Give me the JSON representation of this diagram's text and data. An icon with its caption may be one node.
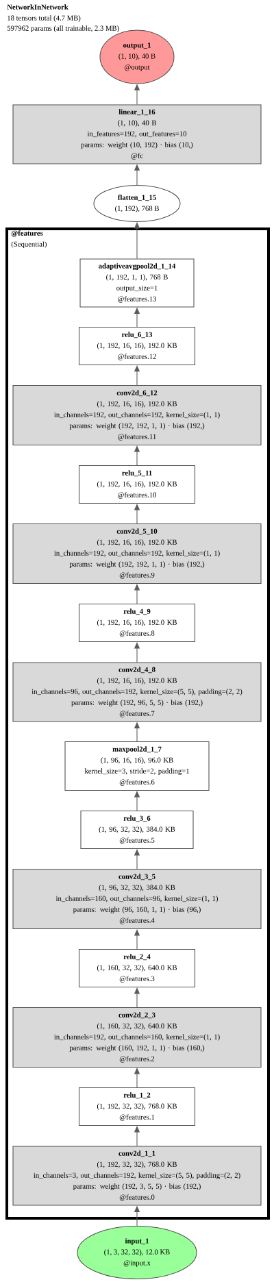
{
  "diagram": {
    "title": "NetworkInNetwork",
    "nodes": [
      {
        "text": [
          "output_1",
          "(1, 10), 40 B",
          "@output"
        ]
      },
      {
        "text": [
          "linear_1_16",
          "(1, 10), 40 B",
          "in_features=192, out_features=10",
          "params: weight (10, 192) · bias (10,)",
          "@fc"
        ]
      },
      {
        "text": [
          "flatten_1_15",
          "(1, 192), 768 B"
        ]
      },
      {
        "text": [
          "@features",
          "(Sequential)"
        ]
      },
      {
        "text": [
          "adaptiveavgpool2d_1_14",
          "(1, 192, 1, 1), 768 B",
          "output_size=1",
          "@features.13"
        ],
        "in": 3
      },
      {
        "text": [
          "relu_6_13",
          "(1, 192, 16, 16), 192.0 KB",
          "@features.12"
        ],
        "in": 3
      },
      {
        "text": [
          "conv2d_6_12",
          "(1, 192, 16, 16), 192.0 KB",
          "in_channels=192, out_channels=192, kernel_size=(1, 1)",
          "params: weight (192, 192, 1, 1) · bias (192,)",
          "@features.11"
        ],
        "in": 3
      },
      {
        "text": [
          "relu_5_11",
          "(1, 192, 16, 16), 192.0 KB",
          "@features.10"
        ],
        "in": 3
      },
      {
        "text": [
          "conv2d_5_10",
          "(1, 192, 16, 16), 192.0 KB",
          "in_channels=192, out_channels=192, kernel_size=(1, 1)",
          "params: weight (192, 192, 1, 1) · bias (192,)",
          "@features.9"
        ],
        "in": 3
      },
      {
        "text": [
          "relu_4_9",
          "(1, 192, 16, 16), 192.0 KB",
          "@features.8"
        ],
        "in": 3
      },
      {
        "text": [
          "conv2d_4_8",
          "(1, 192, 16, 16), 192.0 KB",
          "in_channels=96, out_channels=192, kernel_size=(5, 5), padding=(2, 2)",
          "params: weight (192, 96, 5, 5) · bias (192,)",
          "@features.7"
        ],
        "in": 3
      },
      {
        "text": [
          "maxpool2d_1_7",
          "(1, 96, 16, 16), 96.0 KB",
          "kernel_size=3, stride=2, padding=1",
          "@features.6"
        ],
        "in": 3
      },
      {
        "text": [
          "relu_3_6",
          "(1, 96, 32, 32), 384.0 KB",
          "@features.5"
        ],
        "in": 3
      },
      {
        "text": [
          "conv2d_3_5",
          "(1, 96, 32, 32), 384.0 KB",
          "in_channels=160, out_channels=96, kernel_size=(1, 1)",
          "params: weight (96, 160, 1, 1) · bias (96,)",
          "@features.4"
        ],
        "in": 3
      },
      {
        "text": [
          "relu_2_4",
          "(1, 160, 32, 32), 640.0 KB",
          "@features.3"
        ],
        "in": 3
      },
      {
        "text": [
          "conv2d_2_3",
          "(1, 160, 32, 32), 640.0 KB",
          "in_channels=192, out_channels=160, kernel_size=(1, 1)",
          "params: weight (160, 192, 1, 1) · bias (160,)",
          "@features.2"
        ],
        "in": 3
      },
      {
        "text": [
          "relu_1_2",
          "(1, 192, 32, 32), 768.0 KB",
          "@features.1"
        ],
        "in": 3
      },
      {
        "text": [
          "conv2d_1_1",
          "(1, 192, 32, 32), 768.0 KB",
          "in_channels=3, out_channels=192, kernel_size=(5, 5), padding=(2, 2)",
          "params: weight (192, 3, 5, 5) · bias (192,)",
          "@features.0"
        ],
        "in": 3
      },
      {
        "text": [
          "input_1",
          "(1, 3, 32, 32), 12.0 KB",
          "@input.x"
        ]
      }
    ],
    "edges": [
      {
        "from": 18,
        "to": 17,
        "arrow": "to"
      },
      {
        "from": 17,
        "to": 16,
        "arrow": "to"
      },
      {
        "from": 16,
        "to": 15,
        "arrow": "to"
      },
      {
        "from": 15,
        "to": 14,
        "arrow": "to"
      },
      {
        "from": 14,
        "to": 13,
        "arrow": "to"
      },
      {
        "from": 13,
        "to": 12,
        "arrow": "to"
      },
      {
        "from": 12,
        "to": 11,
        "arrow": "to"
      },
      {
        "from": 11,
        "to": 10,
        "arrow": "to"
      },
      {
        "from": 10,
        "to": 9,
        "arrow": "to"
      },
      {
        "from": 9,
        "to": 8,
        "arrow": "to"
      },
      {
        "from": 8,
        "to": 7,
        "arrow": "to"
      },
      {
        "from": 7,
        "to": 6,
        "arrow": "to"
      },
      {
        "from": 6,
        "to": 5,
        "arrow": "to"
      },
      {
        "from": 5,
        "to": 4,
        "arrow": "to"
      },
      {
        "from": 4,
        "to": 2,
        "arrow": "to"
      },
      {
        "from": 2,
        "to": 1,
        "arrow": "to"
      },
      {
        "from": 1,
        "to": 0,
        "arrow": "to"
      }
    ],
    "labels": [
      "18 tensors total (4.7 MB)",
      "597962 params (all trainable, 2.3 MB)"
    ]
  }
}
